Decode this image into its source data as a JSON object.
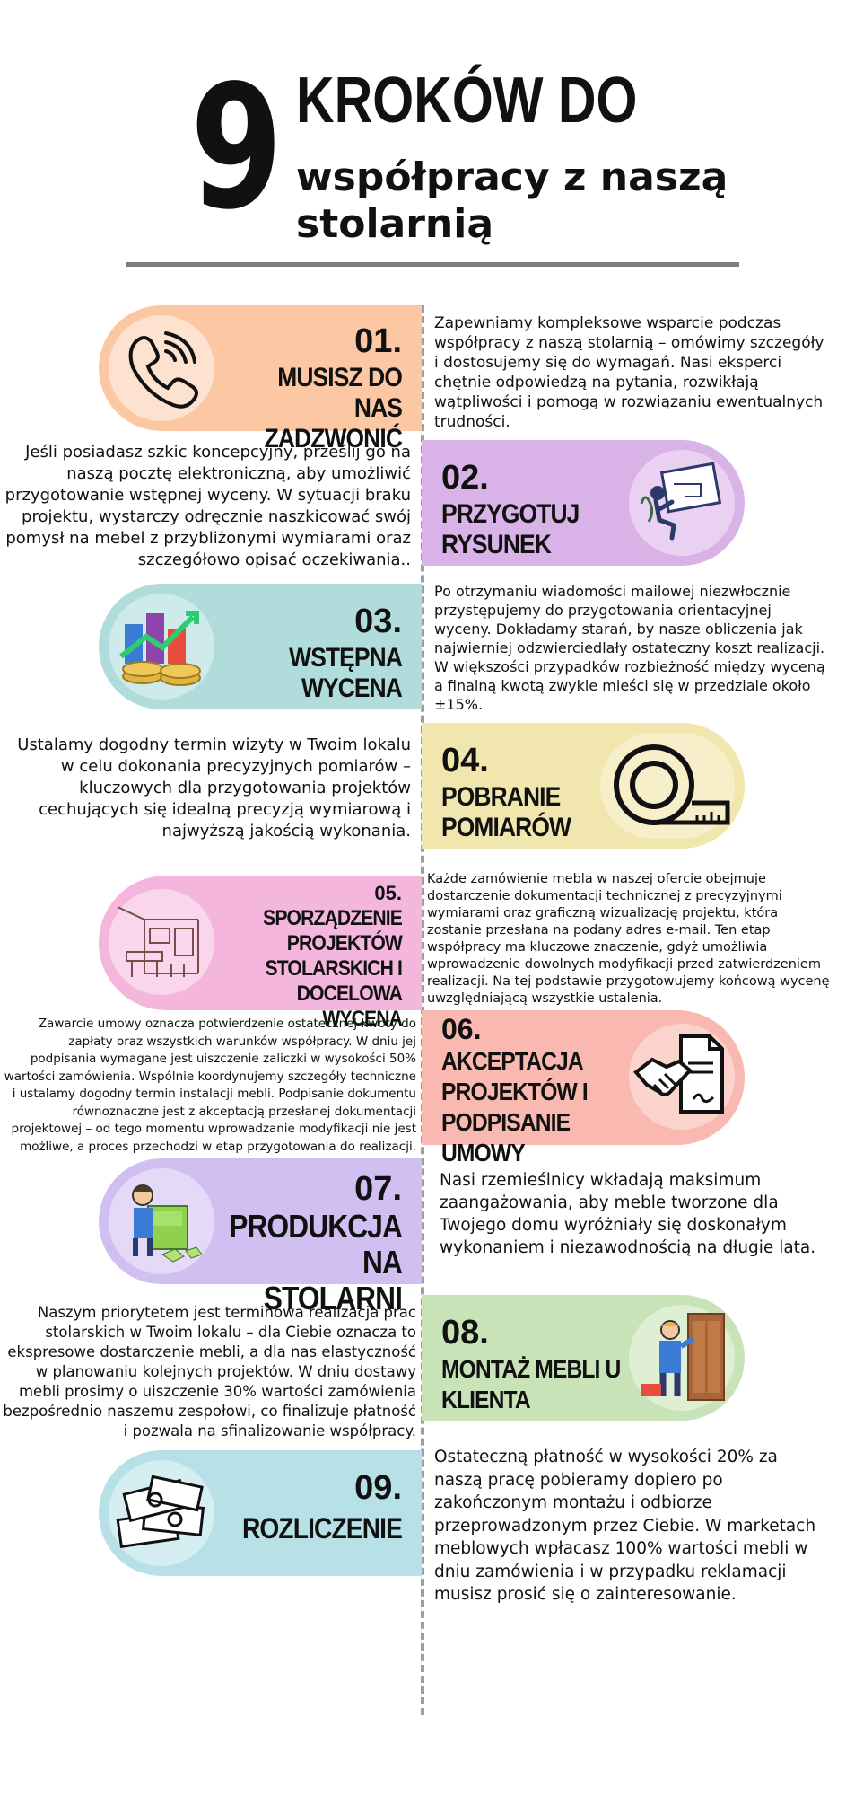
{
  "header": {
    "number": "9",
    "title": "KROKÓW DO",
    "subtitle": "współpracy z naszą stolarnią"
  },
  "colors": {
    "step1": "#fcc8a3",
    "step2": "#d9b3e8",
    "step3": "#b0dcdc",
    "step4": "#f1e6ad",
    "step5": "#f4b6dc",
    "step6": "#f9b9b0",
    "step7": "#d1bff2",
    "step8": "#c8e3b7",
    "step9": "#b7e1e6",
    "spine": "#9e9e9e",
    "rule": "#7d7d7d"
  },
  "steps": [
    {
      "number": "01.",
      "title": "MUSISZ DO NAS ZADZWONIĆ",
      "icon": "phone-icon",
      "description": "Zapewniamy kompleksowe wsparcie podczas współpracy z naszą stolarnią – omówimy szczegóły i dostosujemy się do wymagań. Nasi eksperci chętnie odpowiedzą na pytania, rozwikłają wątpliwości i pomogą w rozwiązaniu ewentualnych trudności."
    },
    {
      "number": "02.",
      "title": "PRZYGOTUJ RYSUNEK",
      "icon": "drawing-desk-icon",
      "description": "Jeśli posiadasz szkic koncepcyjny, prześlij go na naszą pocztę elektroniczną, aby umożliwić przygotowanie wstępnej wyceny. W sytuacji braku projektu, wystarczy odręcznie naszkicować swój pomysł na mebel z przybliżonymi wymiarami oraz szczegółowo opisać oczekiwania.."
    },
    {
      "number": "03.",
      "title": "WSTĘPNA WYCENA",
      "icon": "chart-coins-icon",
      "description": "Po otrzymaniu wiadomości mailowej niezwłocznie przystępujemy do przygotowania orientacyjnej wyceny. Dokładamy starań, by nasze obliczenia jak najwierniej odzwierciedlały ostateczny koszt realizacji. W większości przypadków rozbieżność między wyceną a finalną kwotą zwykle mieści się w przedziale około ±15%."
    },
    {
      "number": "04.",
      "title": "POBRANIE POMIARÓW",
      "icon": "tape-measure-icon",
      "description": "Ustalamy dogodny termin wizyty w Twoim lokalu w celu dokonania precyzyjnych pomiarów – kluczowych dla przygotowania projektów cechujących się idealną precyzją wymiarową i najwyższą jakością wykonania."
    },
    {
      "number": "05.",
      "title": "SPORZĄDZENIE PROJEKTÓW STOLARSKICH I DOCELOWA WYCENA",
      "icon": "kitchen-sketch-icon",
      "description": "Każde zamówienie mebla w naszej ofercie obejmuje dostarczenie dokumentacji technicznej z precyzyjnymi wymiarami oraz graficzną wizualizację projektu, która zostanie przesłana na podany adres e-mail. Ten etap współpracy ma kluczowe znaczenie, gdyż umożliwia wprowadzenie dowolnych modyfikacji przed zatwierdzeniem realizacji. Na tej podstawie przygotowujemy końcową wycenę uwzględniającą wszystkie ustalenia."
    },
    {
      "number": "06.",
      "title": "AKCEPTACJA PROJEKTÓW I PODPISANIE UMOWY",
      "icon": "handshake-contract-icon",
      "description": "Zawarcie umowy oznacza potwierdzenie ostatecznej kwoty do zapłaty oraz wszystkich warunków współpracy. W dniu jej podpisania wymagane jest uiszczenie zaliczki w wysokości 50% wartości zamówienia. Wspólnie koordynujemy szczegóły techniczne i ustalamy dogodny termin instalacji mebli. Podpisanie dokumentu równoznaczne jest z akceptacją przesłanej dokumentacji projektowej – od tego momentu wprowadzanie modyfikacji nie jest możliwe, a proces przechodzi w etap przygotowania do realizacji."
    },
    {
      "number": "07.",
      "title": "PRODUKCJA NA STOLARNI",
      "icon": "assembly-worker-icon",
      "description": "Nasi rzemieślnicy wkładają maksimum zaangażowania, aby meble tworzone dla Twojego domu wyróżniały się doskonałym wykonaniem i niezawodnością na długie lata."
    },
    {
      "number": "08.",
      "title": "MONTAŻ MEBLI U KLIENTA",
      "icon": "installer-icon",
      "description": "Naszym priorytetem jest terminowa realizacja prac stolarskich w Twoim lokalu – dla Ciebie oznacza to ekspresowe dostarczenie mebli, a dla nas elastyczność w planowaniu kolejnych projektów. W dniu dostawy mebli prosimy o uiszczenie 30% wartości zamówienia bezpośrednio naszemu zespołowi, co finalizuje płatność i pozwala na sfinalizowanie współpracy."
    },
    {
      "number": "09.",
      "title": "ROZLICZENIE",
      "icon": "money-stack-icon",
      "description": "Ostateczną płatność w wysokości 20% za naszą pracę pobieramy dopiero po zakończonym montażu i odbiorze przeprowadzonym przez Ciebie. W marketach meblowych wpłacasz 100% wartości mebli w dniu zamówienia i w przypadku reklamacji musisz prosić się o zainteresowanie."
    }
  ]
}
